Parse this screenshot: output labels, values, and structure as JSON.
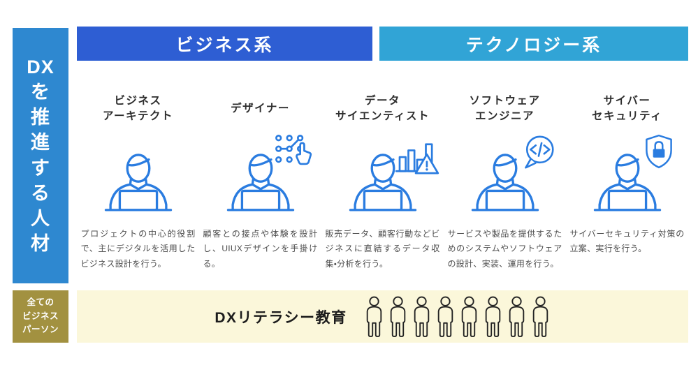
{
  "sidebar": {
    "title_chars": [
      "DX",
      "を",
      "推",
      "進",
      "す",
      "る",
      "人",
      "材"
    ],
    "bottom_lines": [
      "全ての",
      "ビジネス",
      "パーソン"
    ]
  },
  "headers": {
    "business": "ビジネス系",
    "technology": "テクノロジー系"
  },
  "roles": [
    {
      "title_line1": "ビジネス",
      "title_line2": "アーキテクト",
      "icon": "person-laptop-icon",
      "description": "プロジェクトの中心的役割で、主にデジタルを活用したビジネス設計を行う。"
    },
    {
      "title_line1": "デザイナー",
      "title_line2": "",
      "icon": "person-laptop-icon + design-pattern-hand-icon",
      "description": "顧客との接点や体験を設計し、UIUXデザインを手掛ける。"
    },
    {
      "title_line1": "データ",
      "title_line2": "サイエンティスト",
      "icon": "person-laptop-icon + bar-chart-warning-icon",
      "description": "販売データ、顧客行動などビジネスに直結するデータ収集・分析を行う。"
    },
    {
      "title_line1": "ソフトウェア",
      "title_line2": "エンジニア",
      "icon": "person-laptop-icon + code-bubble-icon",
      "description": "サービスや製品を提供するためのシステムやソフトウェアの設計、実装、運用を行う。"
    },
    {
      "title_line1": "サイバー",
      "title_line2": "セキュリティ",
      "icon": "person-laptop-icon + shield-lock-icon",
      "description": "サイバーセキュリティ対策の立案、実行を行う。"
    }
  ],
  "footer": {
    "label": "DXリテラシー教育",
    "people_count": 8,
    "people_icon": "standing-person-icon"
  },
  "colors": {
    "business_header": "#2e5ed3",
    "technology_header": "#31a4d6",
    "sidebar_blue": "#2e88d0",
    "sidebar_gold": "#a29140",
    "footer_bg": "#fbf7da",
    "icon_blue": "#2a7ce0",
    "title_text": "#2e2e2e",
    "desc_text": "#4d4d4d",
    "figure_dark": "#222222"
  }
}
